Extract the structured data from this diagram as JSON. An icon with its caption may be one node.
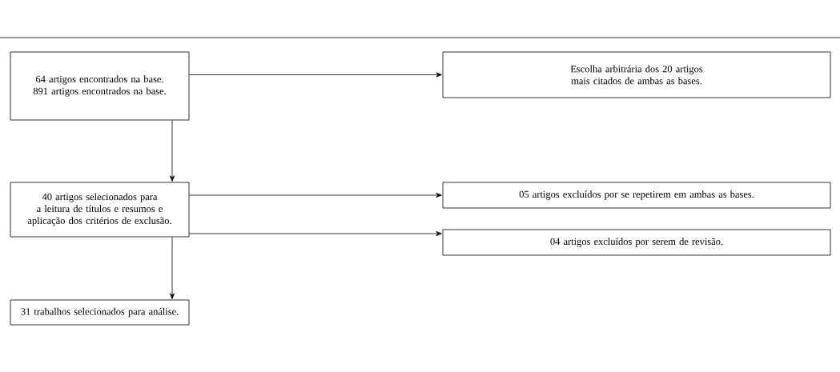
{
  "diagram": {
    "nodes": [
      {
        "text": [
          "64 artigos encontrados na base. 891 artigos encontrados na base."
        ]
      },
      {
        "text": [
          "Escolha arbitrária dos 20 artigos mais citados de ambas as bases."
        ]
      },
      {
        "text": [
          "40 artigos selecionados para a leitura de títulos e resumos e aplicação dos critérios de exclusão."
        ]
      },
      {
        "text": [
          "05 artigos excluídos por se repetirem em ambas as bases."
        ]
      },
      {
        "text": [
          "04 artigos excluídos por serem de revisão."
        ]
      },
      {
        "text": [
          "31 trabalhos selecionados para análise."
        ]
      }
    ],
    "edges": [
      {
        "from": 0,
        "to": 1,
        "arrow": "to"
      },
      {
        "from": 0,
        "to": 2,
        "arrow": "to"
      },
      {
        "from": 2,
        "to": 3,
        "arrow": "to"
      },
      {
        "from": 2,
        "to": 4,
        "arrow": "to"
      },
      {
        "from": 2,
        "to": 5,
        "arrow": "to"
      }
    ]
  }
}
